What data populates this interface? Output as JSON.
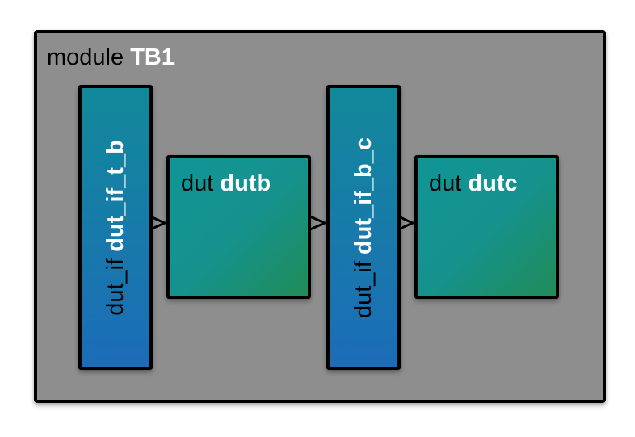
{
  "module": {
    "keyword": "module",
    "name": "TB1"
  },
  "interfaces": [
    {
      "keyword": "dut_if",
      "name": "dut_if_t_b"
    },
    {
      "keyword": "dut_if",
      "name": "dut_if_b_c"
    }
  ],
  "duts": [
    {
      "keyword": "dut",
      "name": "dutb"
    },
    {
      "keyword": "dut",
      "name": "dutc"
    }
  ],
  "colors": {
    "module_fill": "#8e8e8e",
    "interface_gradient": [
      "#12899a",
      "#1c6cb8"
    ],
    "dut_gradient": [
      "#119596",
      "#218c58"
    ],
    "name_text": "#ffffff",
    "keyword_text": "#000000"
  }
}
